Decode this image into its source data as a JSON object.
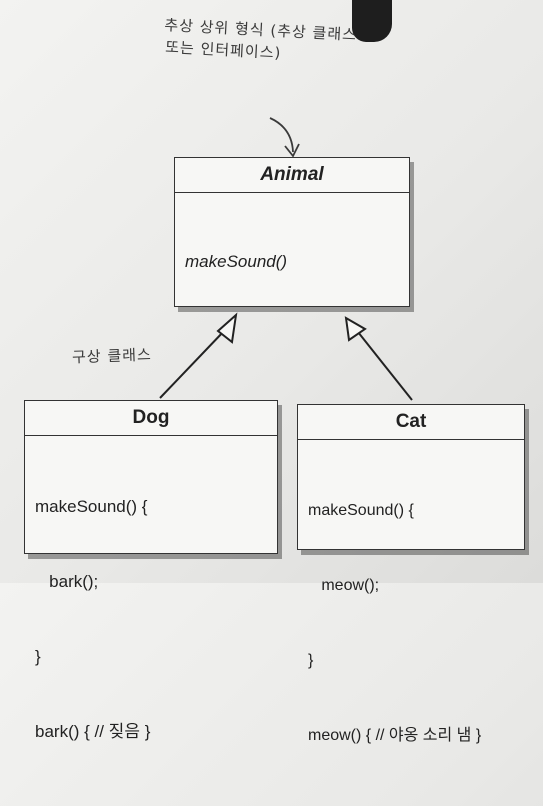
{
  "annotation_top": [
    "추상 상위 형식 (추상 클래스",
    "또는 인터페이스)"
  ],
  "annotation_concrete": "구상 클래스",
  "animal": {
    "name": "Animal",
    "methods": [
      "makeSound()"
    ]
  },
  "dog": {
    "name": "Dog",
    "lines": [
      "makeSound() {",
      "   bark();",
      "}",
      "bark() { // 짖음 }"
    ]
  },
  "cat": {
    "name": "Cat",
    "lines": [
      "makeSound() {",
      "   meow();",
      "}",
      "meow() { // 야옹 소리 냄 }"
    ]
  }
}
